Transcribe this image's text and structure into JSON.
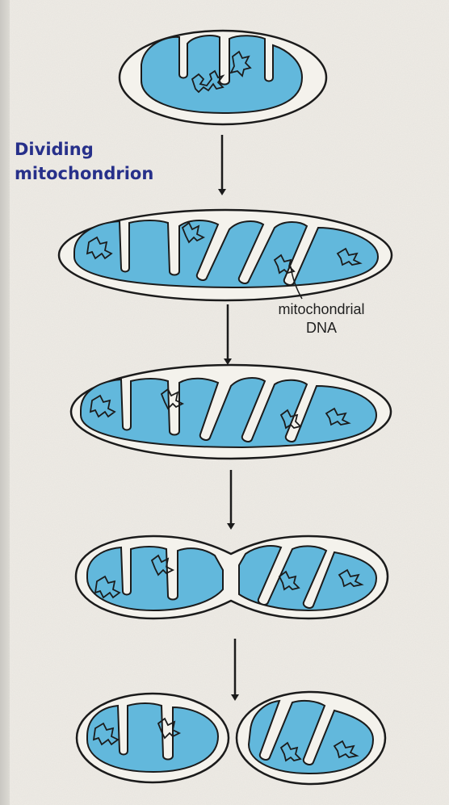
{
  "labels": {
    "title_line1": "Dividing",
    "title_line2": "mitochondrion",
    "dna_line1": "mitochondrial",
    "dna_line2": "DNA"
  },
  "colors": {
    "background": "#e9e6df",
    "matrix_blue": "#62b8dc",
    "outline": "#1b1b1b",
    "title_blue": "#27308a"
  }
}
